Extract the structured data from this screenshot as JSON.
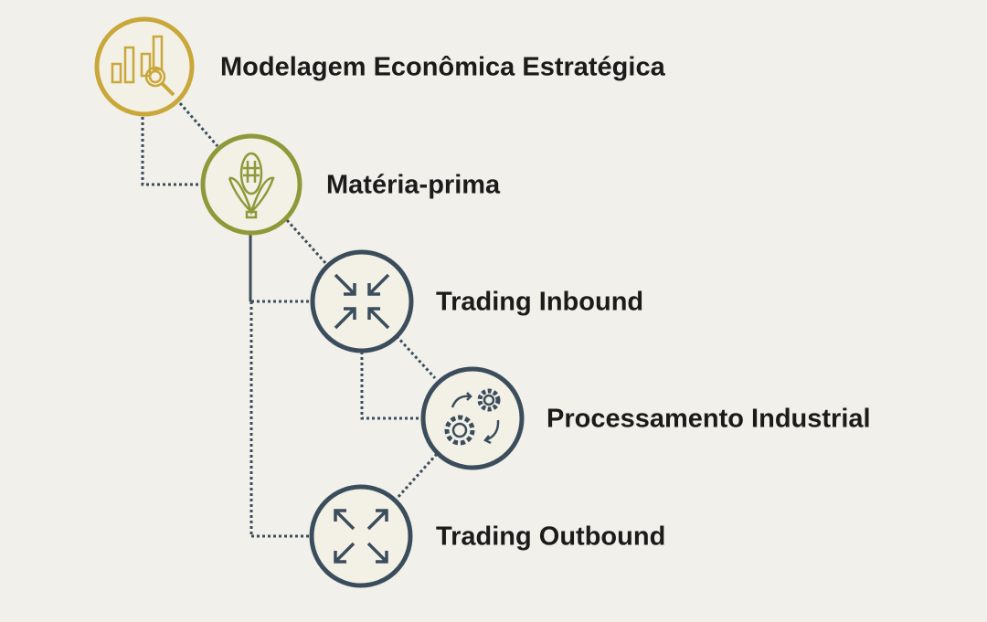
{
  "nodes": [
    {
      "label": "Modelagem Econômica Estratégica",
      "icon": "chart-magnifier-icon",
      "color": "#c9a73a"
    },
    {
      "label": "Matéria-prima",
      "icon": "corn-icon",
      "color": "#8e993a"
    },
    {
      "label": "Trading Inbound",
      "icon": "arrows-inward-icon",
      "color": "#3b4d5c"
    },
    {
      "label": "Processamento Industrial",
      "icon": "gears-cycle-icon",
      "color": "#3b4d5c"
    },
    {
      "label": "Trading Outbound",
      "icon": "arrows-outward-icon",
      "color": "#3b4d5c"
    }
  ]
}
